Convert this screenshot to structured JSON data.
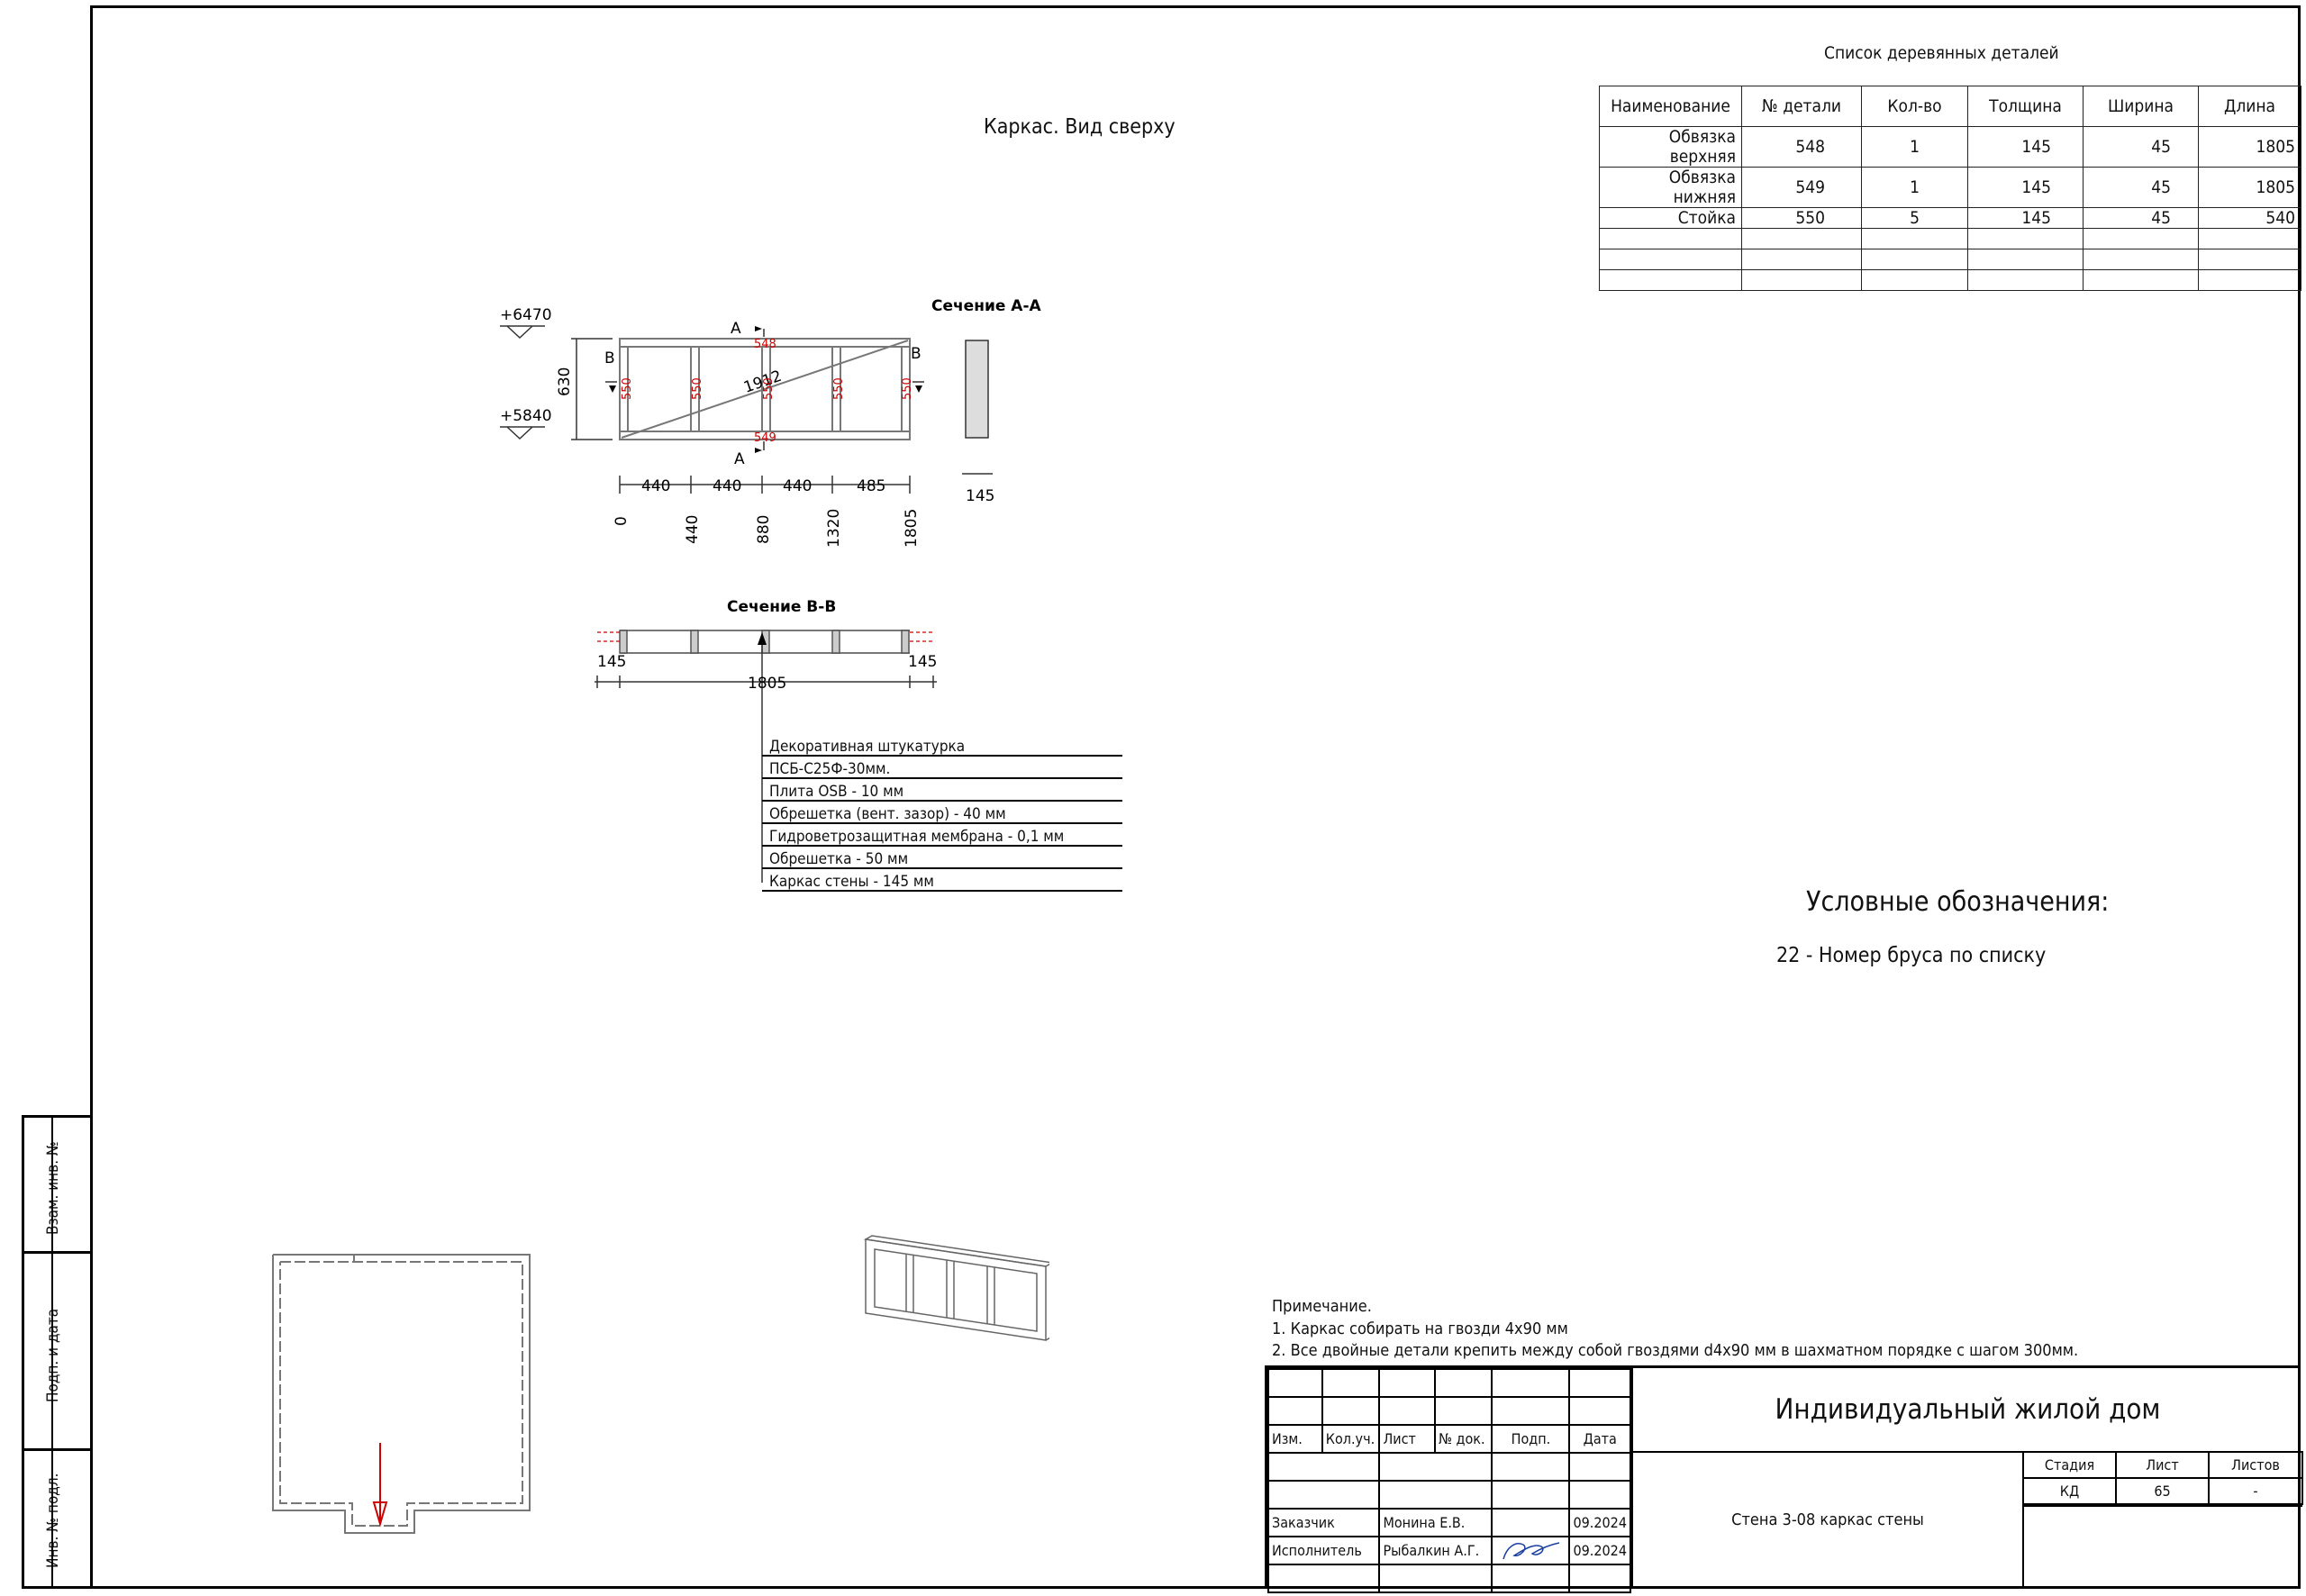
{
  "side_labels": [
    "Взам. инв. №",
    "Подп. и дата",
    "Инв. № подл."
  ],
  "plan_title": "Каркас. Вид сверху",
  "parts_table": {
    "title": "Список деревянных деталей",
    "headers": [
      "Наименование",
      "№ детали",
      "Кол-во",
      "Толщина",
      "Ширина",
      "Длина"
    ],
    "rows": [
      [
        "Обвязка верхняя",
        "548",
        "1",
        "145",
        "45",
        "1805"
      ],
      [
        "Обвязка нижняя",
        "549",
        "1",
        "145",
        "45",
        "1805"
      ],
      [
        "Стойка",
        "550",
        "5",
        "145",
        "45",
        "540"
      ],
      [
        "",
        "",
        "",
        "",
        "",
        ""
      ],
      [
        "",
        "",
        "",
        "",
        "",
        ""
      ],
      [
        "",
        "",
        "",
        "",
        "",
        ""
      ]
    ]
  },
  "frame_drawing": {
    "level_top": "+6470",
    "level_bottom": "+5840",
    "height_dim": "630",
    "diagonal": "1912",
    "top_part": "548",
    "bottom_part": "549",
    "stud_part": "550",
    "cut_a": "А",
    "cut_b": "В",
    "spacings": [
      "440",
      "440",
      "440",
      "485"
    ],
    "positions": [
      "0",
      "440",
      "880",
      "1320",
      "1805"
    ]
  },
  "section_aa": {
    "title": "Сечение А-А",
    "width_dim": "145"
  },
  "section_bb": {
    "title": "Сечение В-В",
    "left_dim": "145",
    "right_dim": "145",
    "total_dim": "1805"
  },
  "layers": [
    "Декоративная штукатурка",
    "ПСБ-С25Ф-30мм.",
    "Плита OSB - 10 мм",
    "Обрешетка (вент. зазор) - 40 мм",
    "Гидроветрозащитная мембрана - 0,1 мм",
    "Обрешетка - 50 мм",
    "Каркас стены - 145 мм"
  ],
  "legend": {
    "title": "Условные обозначения:",
    "item": "22 - Номер бруса по списку"
  },
  "notes": {
    "heading": "Примечание.",
    "items": [
      "1. Каркас собирать на гвозди 4х90 мм",
      "2. Все двойные детали крепить между собой гвоздями d4х90 мм в шахматном порядке с шагом 300мм."
    ]
  },
  "title_block": {
    "headers": [
      "Изм.",
      "Кол.уч.",
      "Лист",
      "№ док.",
      "Подп.",
      "Дата"
    ],
    "project": "Индивидуальный жилой дом",
    "sheet_title": "Стена 3-08 каркас стены",
    "stage_label": "Стадия",
    "sheet_label": "Лист",
    "sheets_label": "Листов",
    "stage": "КД",
    "sheet": "65",
    "sheets": "-",
    "customer_role": "Заказчик",
    "customer_name": "Монина Е.В.",
    "customer_date": "09.2024",
    "executor_role": "Исполнитель",
    "executor_name": "Рыбалкин А.Г.",
    "executor_date": "09.2024"
  }
}
